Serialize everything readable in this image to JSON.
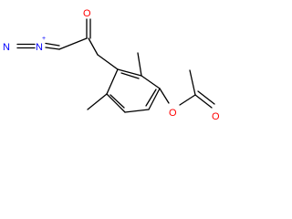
{
  "molecule": {
    "atoms": {
      "carbonyl_oxygen": "O",
      "ester_oxygen": "O",
      "acetyl_oxygen": "O",
      "diazo_n_terminal": "N",
      "diazo_n_central": "N",
      "diazo_charge": "+"
    },
    "colors": {
      "bond": "#000000",
      "oxygen": "#ff0000",
      "nitrogen": "#0000ff",
      "background": "#ffffff"
    }
  }
}
